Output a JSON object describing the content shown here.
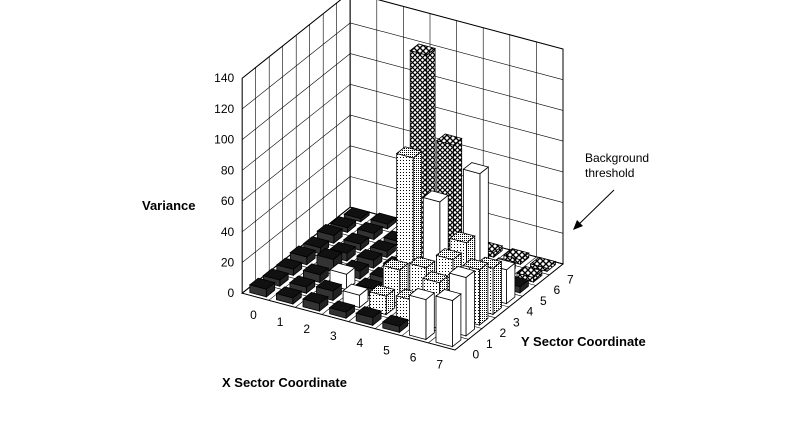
{
  "chart_data": {
    "type": "bar3d",
    "zlabel": "Variance",
    "xlabel": "X Sector Coordinate",
    "ylabel": "Y Sector Coordinate",
    "zlim": [
      0,
      140
    ],
    "z_ticks": [
      "0",
      "20",
      "40",
      "60",
      "80",
      "100",
      "120",
      "140"
    ],
    "x_ticks": [
      "0",
      "1",
      "2",
      "3",
      "4",
      "5",
      "6",
      "7"
    ],
    "y_ticks": [
      "0",
      "1",
      "2",
      "3",
      "4",
      "5",
      "6",
      "7"
    ],
    "grid": true,
    "annotation": {
      "lines": [
        "Background",
        "threshold"
      ]
    },
    "values": [
      [
        5,
        4,
        4,
        5,
        4,
        5,
        3,
        2
      ],
      [
        4,
        4,
        5,
        8,
        5,
        4,
        4,
        3
      ],
      [
        5,
        6,
        10,
        5,
        5,
        4,
        3,
        3
      ],
      [
        4,
        8,
        5,
        5,
        5,
        4,
        4,
        3
      ],
      [
        5,
        12,
        22,
        88,
        148,
        6,
        5,
        4
      ],
      [
        4,
        14,
        28,
        64,
        94,
        8,
        5,
        3
      ],
      [
        26,
        30,
        38,
        42,
        80,
        6,
        4,
        3
      ],
      [
        30,
        38,
        36,
        30,
        22,
        4,
        3,
        2
      ]
    ],
    "patterns": [
      [
        "dark",
        "dark",
        "dark",
        "dark",
        "dark",
        "dark",
        "dark",
        "dark"
      ],
      [
        "dark",
        "dark",
        "dark",
        "dark",
        "dark",
        "dark",
        "dark",
        "dark"
      ],
      [
        "dark",
        "dark",
        "white",
        "dark",
        "dark",
        "dark",
        "dark",
        "dark"
      ],
      [
        "dark",
        "white",
        "dark",
        "dark",
        "dark",
        "dark",
        "dark",
        "dark"
      ],
      [
        "dark",
        "dots",
        "dots",
        "dots",
        "check",
        "dark",
        "dark",
        "check"
      ],
      [
        "dark",
        "dots",
        "dots",
        "white",
        "check",
        "dark",
        "check",
        "check"
      ],
      [
        "white",
        "dots",
        "dots",
        "dots",
        "white",
        "dark",
        "check",
        "check"
      ],
      [
        "white",
        "white",
        "dots",
        "dots",
        "white",
        "dark",
        "check",
        "check"
      ]
    ]
  }
}
